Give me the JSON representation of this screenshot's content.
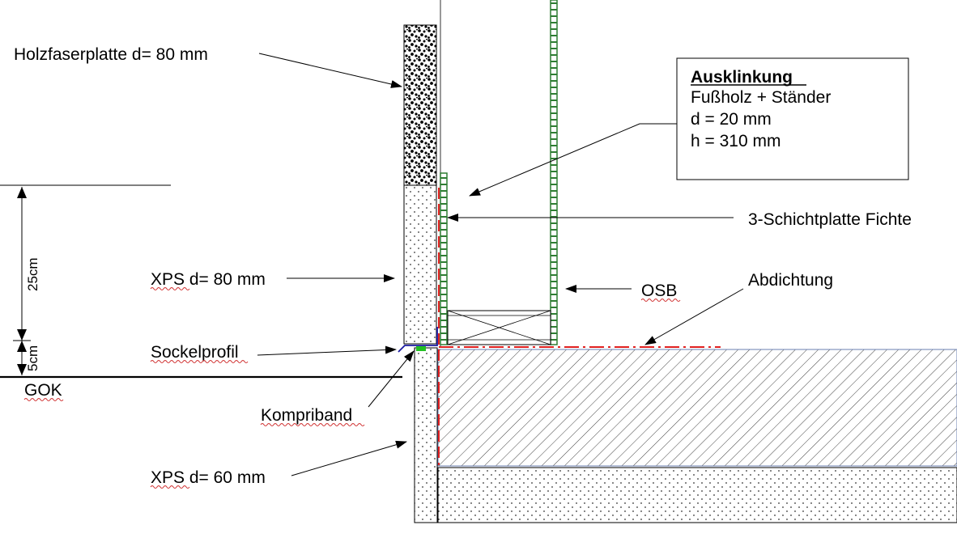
{
  "labels": {
    "holzfaser": "Holzfaserplatte d= 80 mm",
    "xps80": "XPS d= 80 mm",
    "sockelprofil": "Sockelprofil",
    "gok": "GOK",
    "kompriband": "Kompriband",
    "xps60": "XPS d= 60 mm",
    "schichtplatte": "3-Schichtplatte Fichte",
    "osb": "OSB",
    "abdichtung": "Abdichtung",
    "dim_25": "25cm",
    "dim_5": "5cm"
  },
  "infobox": {
    "title": "Ausklinkung",
    "line1": "Fußholz + Ständer",
    "line2": "d = 20 mm",
    "line3": "h = 310 mm"
  },
  "colors": {
    "green_board": "#2e7d32",
    "sealing": "#e02020",
    "sockel": "#1a1aa0",
    "kompriband": "#22c022",
    "slab_outline": "#6a7fb0"
  }
}
